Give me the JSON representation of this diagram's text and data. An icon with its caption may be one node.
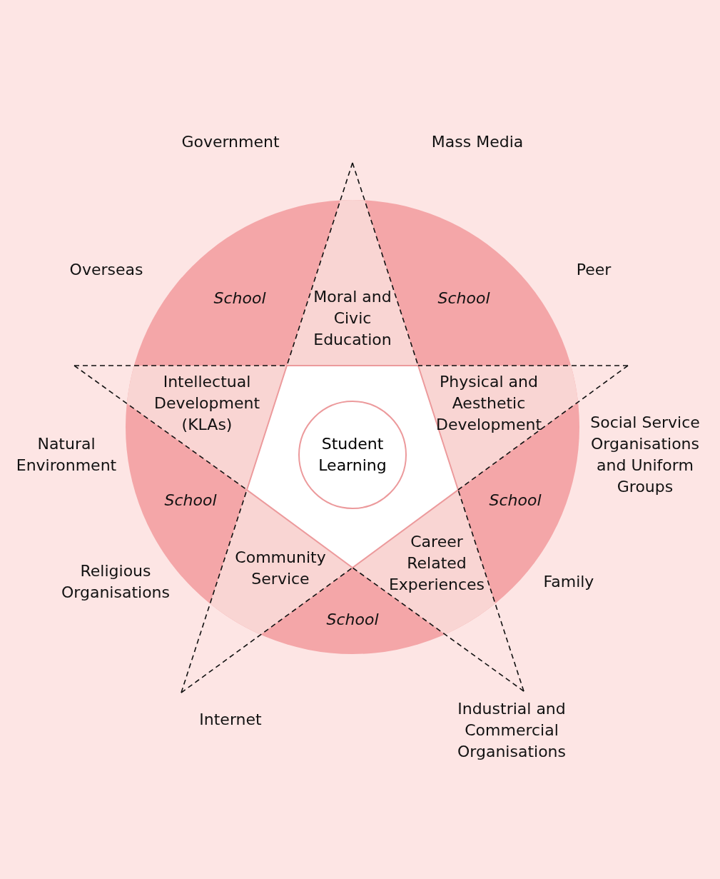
{
  "diagram": {
    "nodes": [
      {
        "text": [
          "Student Learning"
        ]
      },
      {
        "text": [
          "Moral and Civic Education"
        ]
      },
      {
        "text": [
          "Physical and Aesthetic Development"
        ]
      },
      {
        "text": [
          "Career Related Experiences"
        ]
      },
      {
        "text": [
          "Community Service"
        ]
      },
      {
        "text": [
          "Intellectual Development (KLAs)"
        ]
      },
      {
        "text": [
          "School"
        ]
      },
      {
        "text": [
          "School"
        ]
      },
      {
        "text": [
          "School"
        ]
      },
      {
        "text": [
          "School"
        ]
      },
      {
        "text": [
          "School"
        ]
      }
    ],
    "edges": [],
    "labels": [
      "Government",
      "Mass Media",
      "Overseas",
      "Peer",
      "Natural Environment",
      "Social Service Organisations and Uniform Groups",
      "Religious Organisations",
      "Family",
      "Internet",
      "Industrial and Commercial Organisations"
    ]
  }
}
